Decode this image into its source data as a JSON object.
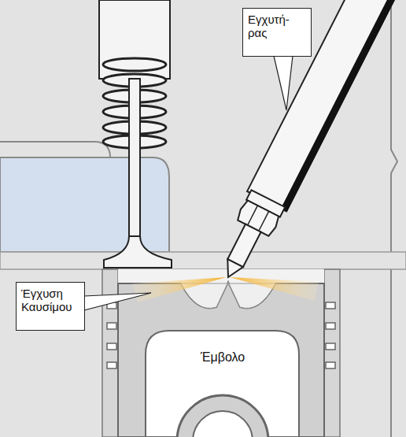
{
  "diagram": {
    "nodes": [
      {
        "text": [
          "Εγχυτή- ρας"
        ]
      },
      {
        "text": [
          "Έγχυση Καυσίμου"
        ]
      }
    ],
    "labels": [
      "Έμβολο"
    ]
  }
}
